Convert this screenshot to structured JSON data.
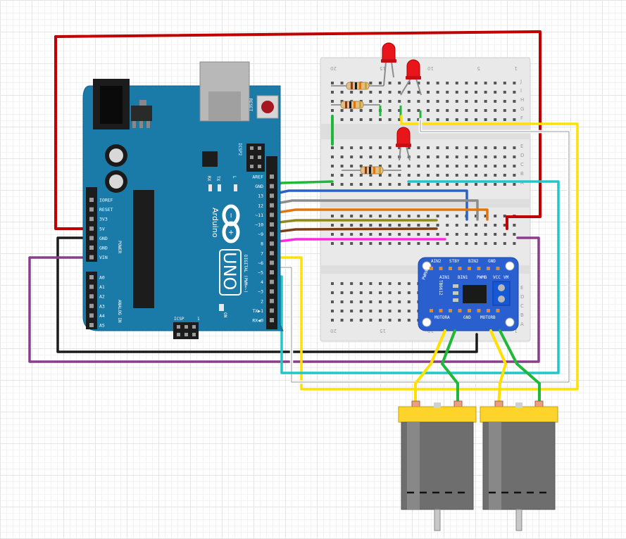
{
  "arduino": {
    "brand": "Arduino",
    "model": "UNO",
    "reset_label": "RESET",
    "icsp2_label": "ICSP2",
    "icsp_label": "ICSP",
    "on_label": "ON",
    "tx_label": "TX",
    "rx_label": "RX",
    "l_label": "L",
    "digital_label": "DIGITAL (PWM=~)",
    "power_label": "POWER",
    "analog_label": "ANALOG IN",
    "header_num": "1",
    "digital_pins": [
      "AREF",
      "GND",
      "13",
      "12",
      "~11",
      "~10",
      "~9",
      "8",
      "7",
      "~6",
      "~5",
      "4",
      "~3",
      "2",
      "TX▶1",
      "RX◀0"
    ],
    "power_pins": [
      "IOREF",
      "RESET",
      "3V3",
      "5V",
      "GND",
      "GND",
      "VIN"
    ],
    "analog_pins": [
      "A0",
      "A1",
      "A2",
      "A3",
      "A4",
      "A5"
    ]
  },
  "breadboard": {
    "column_numbers": [
      "20",
      "15",
      "10",
      "5",
      "1"
    ],
    "row_letters_top": [
      "J",
      "I",
      "H",
      "G",
      "F"
    ],
    "row_letters_bottom": [
      "E",
      "D",
      "C",
      "B",
      "A"
    ]
  },
  "driver": {
    "top_pins": [
      "AIN2",
      "STBY",
      "BIN2",
      "GND"
    ],
    "mid_pins": [
      "AIN1",
      "BIN1",
      "PWMB",
      "VCC",
      "VM"
    ],
    "bottom_pins": [
      "MOTORA",
      "GND",
      "MOTORB"
    ],
    "chip": "TB6612",
    "left_tag": "PWMA"
  },
  "colors": {
    "red": "#c00000",
    "black": "#1a1a1a",
    "purple": "#8a3d8a",
    "green": "#1fb83a",
    "blue": "#2b62c8",
    "gray": "#8c8c8c",
    "orange": "#e0760e",
    "olive": "#8d8a1c",
    "brown": "#7a3e12",
    "magenta": "#ff2ae0",
    "white": "#ffffff",
    "yellow": "#ffe000",
    "cyan": "#21c7c7",
    "teal_board": "#1a7aa8",
    "driver_blue": "#2a5fd0",
    "led_red": "#e8151b"
  }
}
